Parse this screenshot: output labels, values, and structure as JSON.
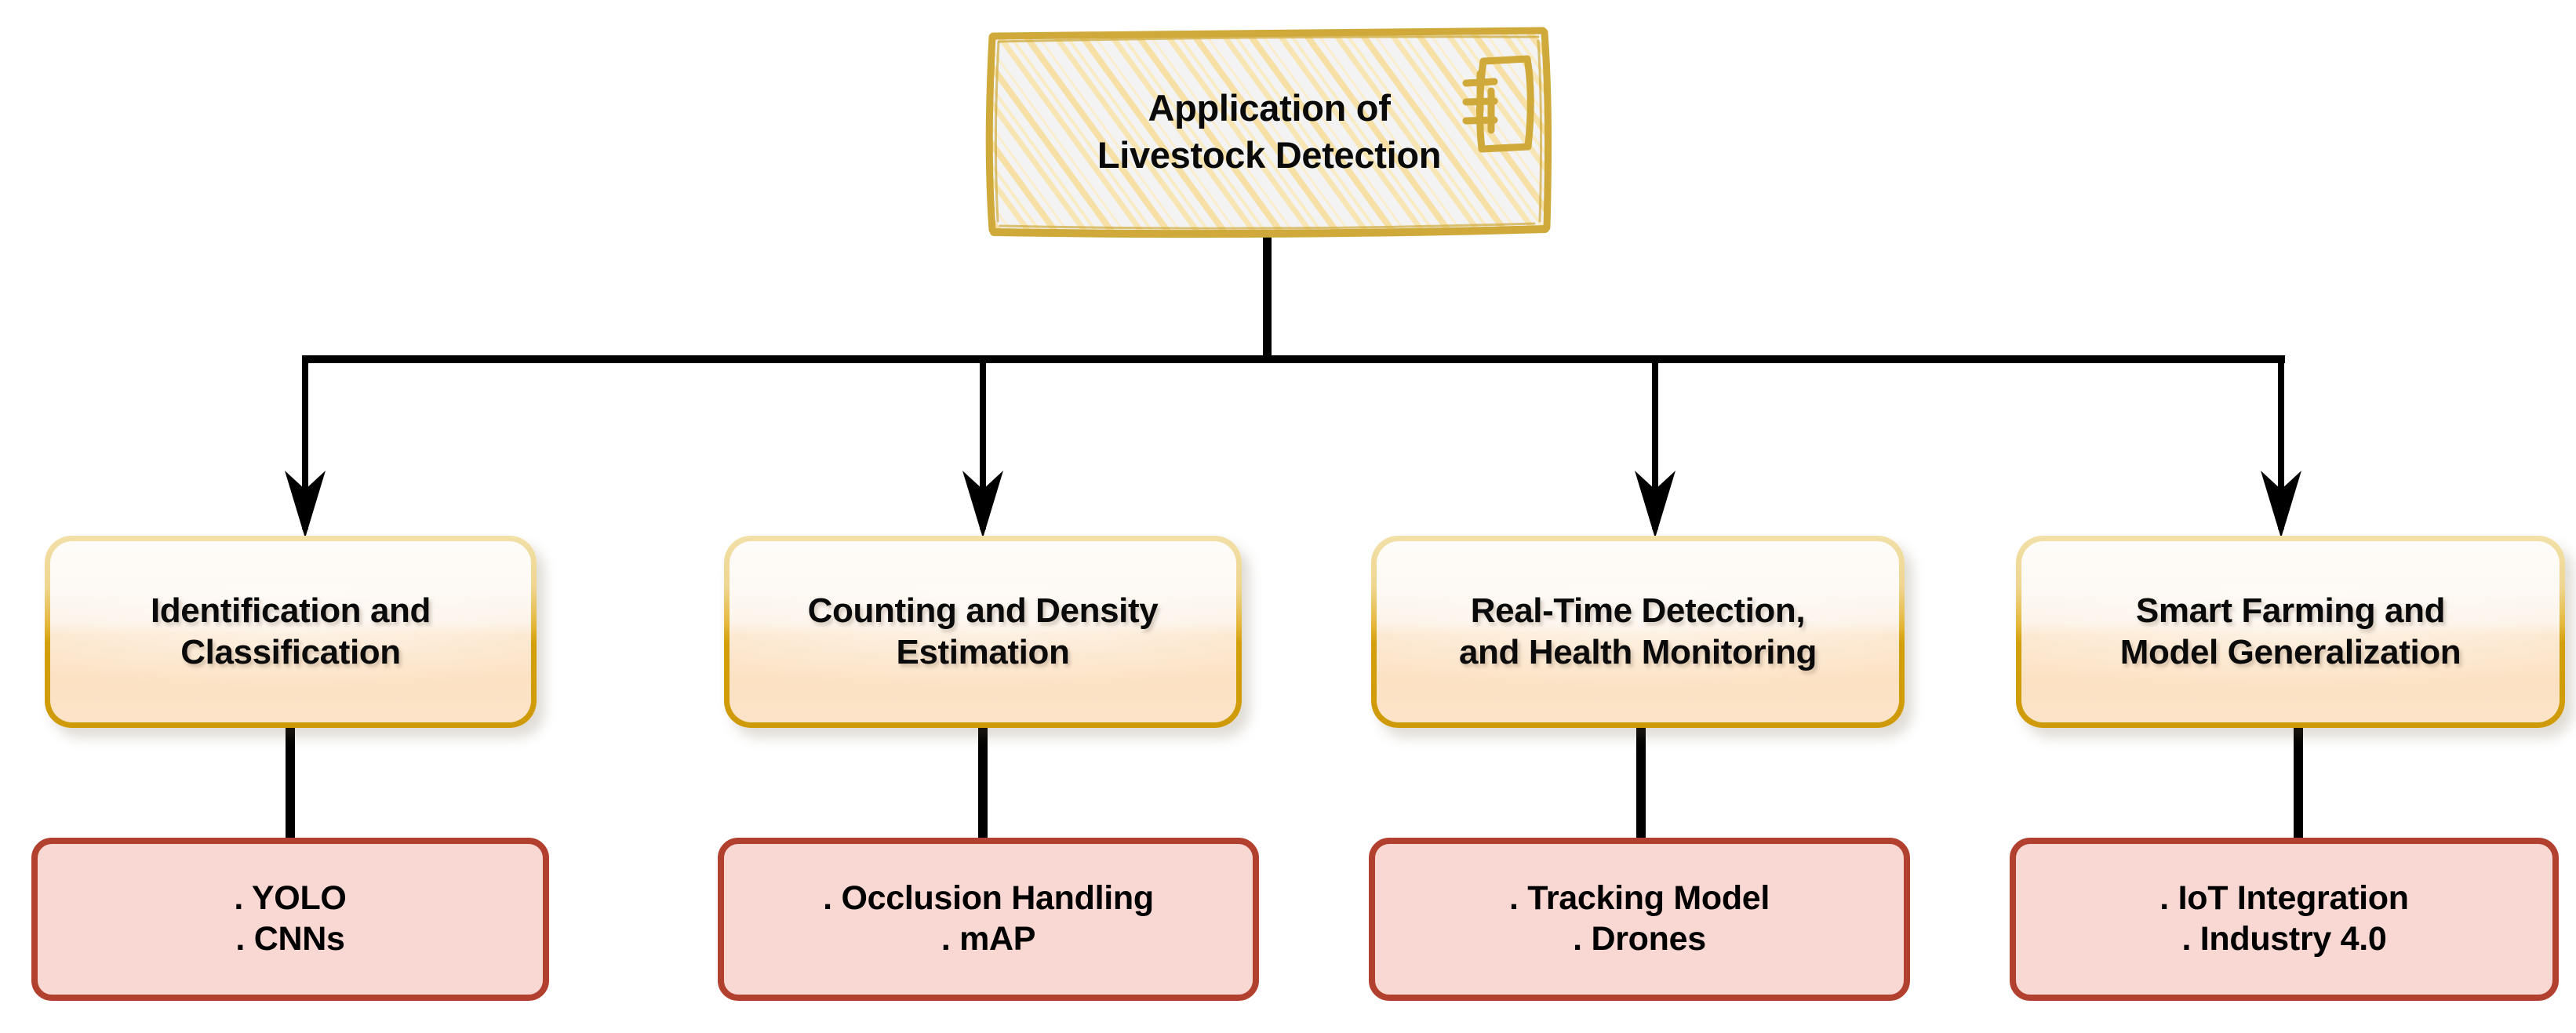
{
  "diagram": {
    "title": "Application of Livestock Detection",
    "type": "hierarchy-tree",
    "root": {
      "label_lines": [
        "Application of",
        "Livestock Detection"
      ],
      "icon": "note-document-icon",
      "style": "hand-drawn-sketch",
      "fill_color": "#f4f4f4",
      "border_color": "#cfa93a",
      "hatch_color": "#f6dc9b"
    },
    "categories": [
      {
        "label_lines": [
          "Identification and",
          "Classification"
        ],
        "leaf": {
          "label_lines": [
            ". YOLO",
            ". CNNs"
          ]
        }
      },
      {
        "label_lines": [
          "Counting and Density",
          "Estimation"
        ],
        "leaf": {
          "label_lines": [
            ". Occlusion Handling",
            ". mAP"
          ]
        }
      },
      {
        "label_lines": [
          "Real-Time Detection,",
          "and Health Monitoring"
        ],
        "leaf": {
          "label_lines": [
            ". Tracking Model",
            ". Drones"
          ]
        }
      },
      {
        "label_lines": [
          "Smart Farming and",
          "Model Generalization"
        ],
        "leaf": {
          "label_lines": [
            ". IoT Integration",
            ". Industry 4.0"
          ]
        }
      }
    ],
    "colors": {
      "category_fill_top": "#fefcf9",
      "category_fill_bottom": "#fce2c4",
      "category_border": "#d39f0b",
      "leaf_fill": "#f9d7d2",
      "leaf_border": "#b2402e",
      "connector": "#000000",
      "background": "#ffffff"
    }
  }
}
